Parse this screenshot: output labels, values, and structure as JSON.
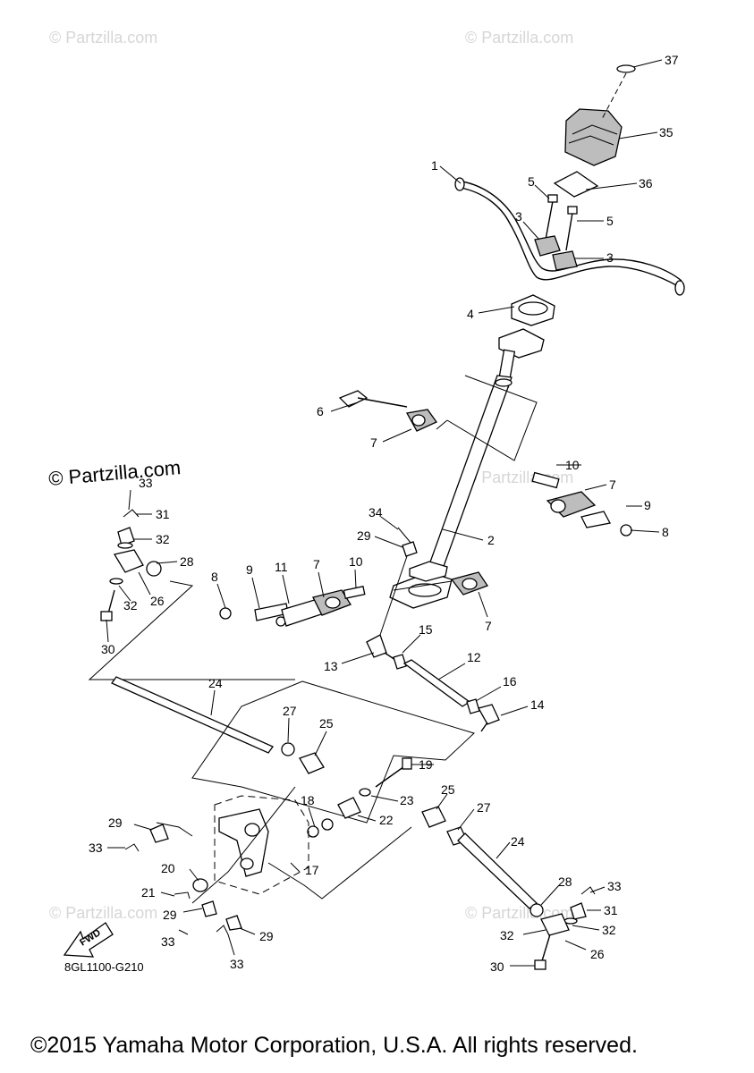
{
  "watermarks": {
    "main": "© Partzilla.com",
    "faint": "© Partzilla.com"
  },
  "diagram_code": "8GL1100-G210",
  "fwd_label": "FWD",
  "copyright": "©2015 Yamaha Motor Corporation, U.S.A. All rights reserved.",
  "callouts": {
    "c37": "37",
    "c35": "35",
    "c36": "36",
    "c1": "1",
    "c5a": "5",
    "c5b": "5",
    "c3a": "3",
    "c3b": "3",
    "c4": "4",
    "c6": "6",
    "c7a": "7",
    "c10a": "10",
    "c7b": "7",
    "c9a": "9",
    "c8a": "8",
    "c34": "34",
    "c29a": "29",
    "c2": "2",
    "c33a": "33",
    "c31a": "31",
    "c32a": "32",
    "c28a": "28",
    "c26a": "26",
    "c32b": "32",
    "c30a": "30",
    "c8b": "8",
    "c9b": "9",
    "c11": "11",
    "c7c": "7",
    "c10b": "10",
    "c7d": "7",
    "c15": "15",
    "c12": "12",
    "c13": "13",
    "c16": "16",
    "c14": "14",
    "c24a": "24",
    "c27a": "27",
    "c25a": "25",
    "c19": "19",
    "c23": "23",
    "c18": "18",
    "c22": "22",
    "c29b": "29",
    "c33b": "33",
    "c17": "17",
    "c20": "20",
    "c21": "21",
    "c29c": "29",
    "c33c": "33",
    "c29d": "29",
    "c33d": "33",
    "c25b": "25",
    "c27b": "27",
    "c24b": "24",
    "c28b": "28",
    "c33e": "33",
    "c31b": "31",
    "c32c": "32",
    "c32d": "32",
    "c26b": "26",
    "c30b": "30"
  }
}
